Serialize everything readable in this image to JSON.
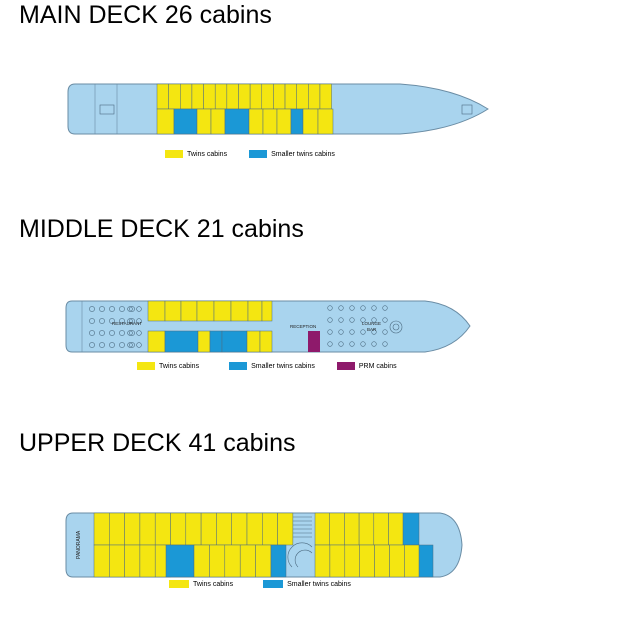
{
  "colors": {
    "hull": "#a9d4ee",
    "hull_stroke": "#6a8ca4",
    "twins": "#f4e611",
    "smaller_twins": "#1b98d6",
    "prm": "#8e1a6b",
    "line": "#4d6c82"
  },
  "decks": [
    {
      "title": "MAIN DECK 26 cabins",
      "legend": [
        "Twins cabins",
        "Smaller twins cabins"
      ],
      "labels": {}
    },
    {
      "title": "MIDDLE DECK 21 cabins",
      "legend": [
        "Twins cabins",
        "Smaller twins cabins",
        "PRM cabins"
      ],
      "labels": {
        "restaurant": "RESTAURANT",
        "reception": "RECEPTION",
        "lounge": "LOUNGE",
        "bar": "BAR"
      }
    },
    {
      "title": "UPPER DECK 41 cabins",
      "legend": [
        "Twins cabins",
        "Smaller twins cabins"
      ],
      "labels": {
        "panorama": "PANORAMA"
      }
    }
  ]
}
